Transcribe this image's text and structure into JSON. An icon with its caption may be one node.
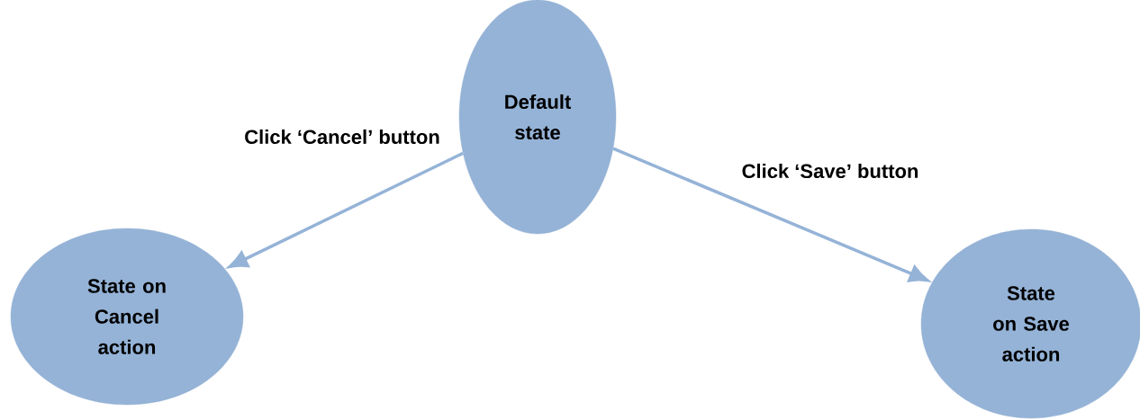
{
  "diagram": {
    "nodes": [
      {
        "text": [
          "Default state"
        ]
      },
      {
        "text": [
          "State on Cancel action"
        ]
      },
      {
        "text": [
          "State on Save action"
        ]
      }
    ],
    "edges": [
      {
        "from": 0,
        "to": 1,
        "arrow": "to",
        "label": "Click ‘Cancel’ button"
      },
      {
        "from": 0,
        "to": 2,
        "arrow": "to",
        "label": "Click ‘Save’ button"
      }
    ]
  }
}
